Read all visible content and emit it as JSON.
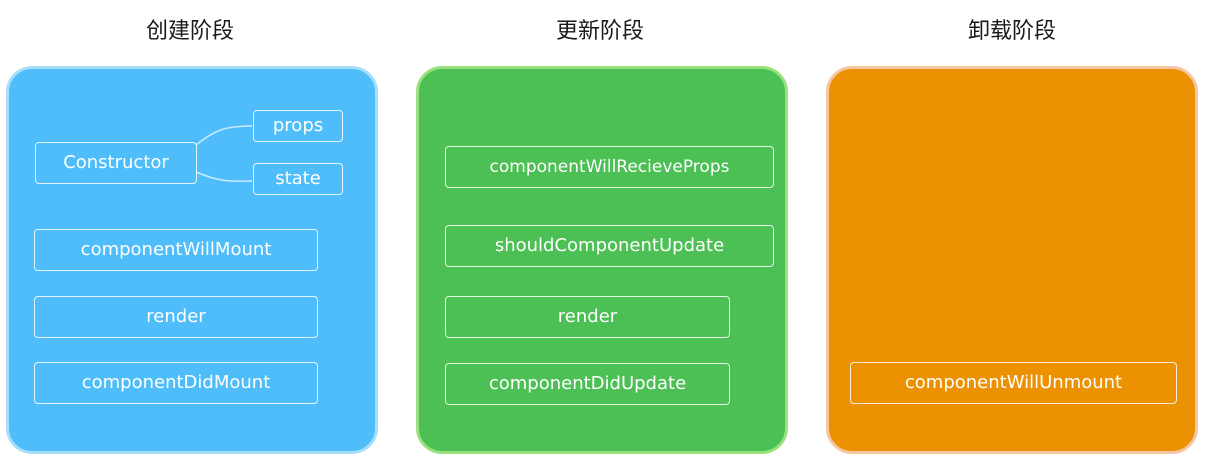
{
  "phases": [
    {
      "title": "创建阶段",
      "constructor": "Constructor",
      "props": "props",
      "state": "state",
      "methods": [
        "componentWillMount",
        "render",
        "componentDidMount"
      ]
    },
    {
      "title": "更新阶段",
      "methods": [
        "componentWillRecieveProps",
        "shouldComponentUpdate",
        "render",
        "componentDidUpdate"
      ]
    },
    {
      "title": "卸载阶段",
      "methods": [
        "componentWillUnmount"
      ]
    }
  ],
  "colors": {
    "create": "#4fbdfa",
    "update": "#4cbf55",
    "unmount": "#ec9102"
  }
}
